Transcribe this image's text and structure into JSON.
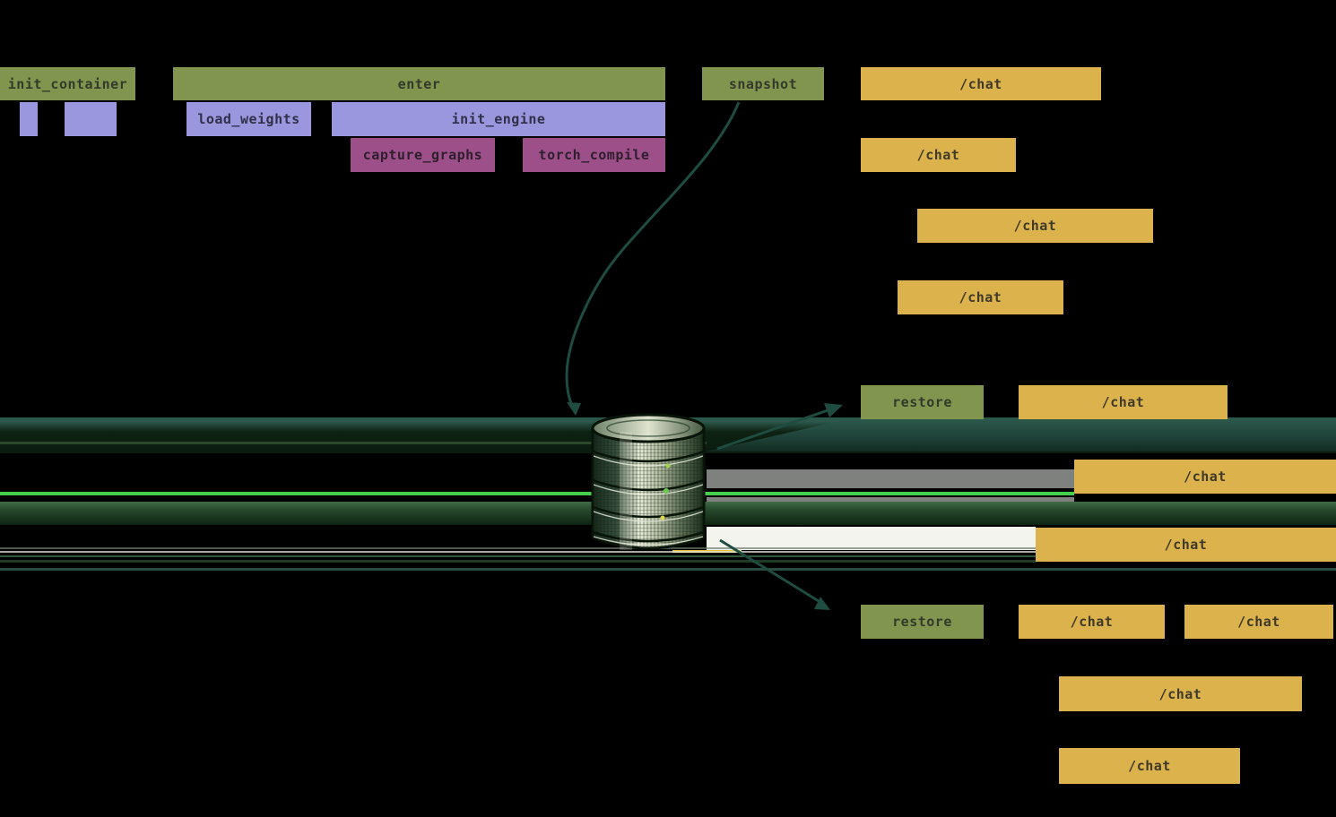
{
  "diagram": {
    "description_labels": {
      "init_container": "init_container",
      "enter": "enter",
      "load_weights": "load_weights",
      "init_engine": "init_engine",
      "capture_graphs": "capture_graphs",
      "torch_compile": "torch_compile",
      "snapshot": "snapshot",
      "restore": "restore",
      "chat": "/chat"
    },
    "icons": {
      "database": "database-icon",
      "snapshot_arrow": "arrow-snapshot-to-database",
      "restore_arrow_top": "arrow-database-to-restore-top",
      "restore_arrow_bottom": "arrow-database-to-restore-bottom"
    },
    "colors": {
      "background": "#000000",
      "span_green": "#81954e",
      "span_purple": "#9b97de",
      "span_magenta": "#9c4f89",
      "request_yellow": "#dcb24c",
      "arrow_teal": "#1f4c41",
      "streak_teal_band": "#2a5046",
      "streak_bright_green": "#44cf4e",
      "streak_gray": "#7e817e",
      "streak_white": "#f4f4ee",
      "streak_yellow": "#e2c23d",
      "label_text": "#3a3a34"
    }
  }
}
